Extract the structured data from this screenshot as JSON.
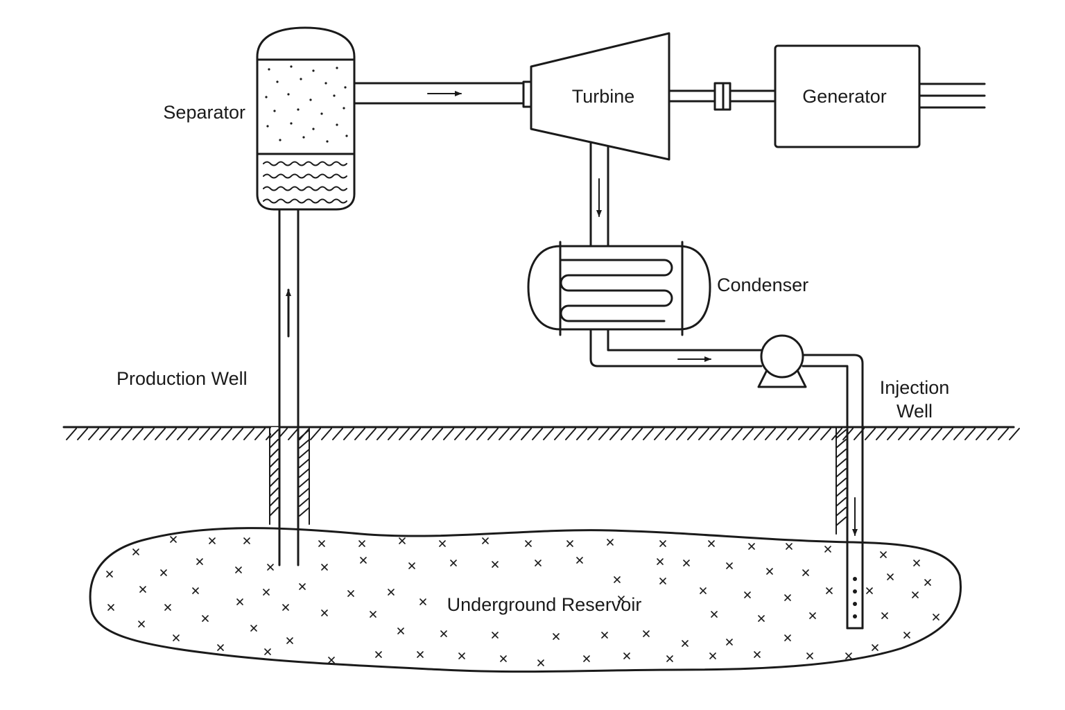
{
  "labels": {
    "separator": "Separator",
    "turbine": "Turbine",
    "generator": "Generator",
    "condenser": "Condenser",
    "production_well": "Production Well",
    "injection_well_line1": "Injection",
    "injection_well_line2": "Well",
    "reservoir": "Underground Reservoir"
  },
  "colors": {
    "line": "#1a1a1a",
    "background": "#ffffff"
  }
}
